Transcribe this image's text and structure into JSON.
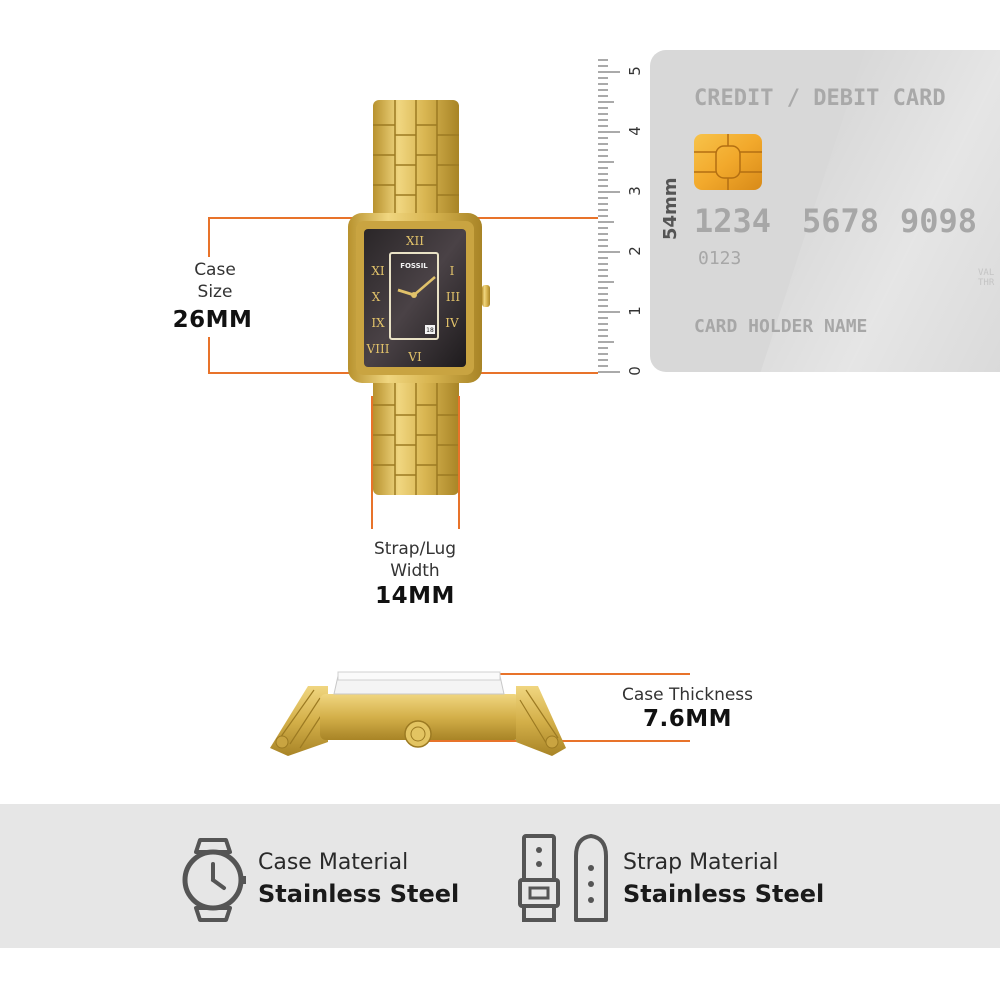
{
  "case_size": {
    "label_line1": "Case",
    "label_line2": "Size",
    "value": "26MM"
  },
  "strap_width": {
    "label_line1": "Strap/Lug",
    "label_line2": "Width",
    "value": "14MM"
  },
  "case_thickness": {
    "label": "Case Thickness",
    "value": "7.6MM"
  },
  "watch": {
    "brand": "FOSSIL",
    "date": "18"
  },
  "ruler": {
    "unit_label": "54mm",
    "marks": [
      "0",
      "1",
      "2",
      "3",
      "4",
      "5"
    ]
  },
  "card": {
    "title": "CREDIT / DEBIT CARD",
    "number_groups": [
      "1234",
      "5678",
      "9098"
    ],
    "small_number": "0123",
    "holder": "CARD HOLDER NAME",
    "valid_text": "VAL THR"
  },
  "features": [
    {
      "title": "Case Material",
      "value": "Stainless Steel",
      "icon": "watch-icon"
    },
    {
      "title": "Strap Material",
      "value": "Stainless Steel",
      "icon": "strap-icon"
    }
  ],
  "colors": {
    "accent": "#e8732a",
    "gold": "#d4b04a",
    "band": "#e6e6e6",
    "card": "#d8d8d8"
  }
}
